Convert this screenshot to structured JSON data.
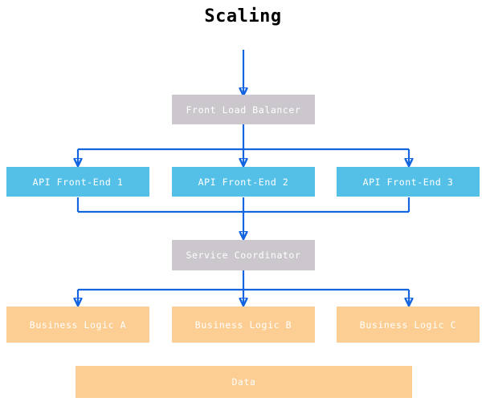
{
  "diagram": {
    "title": "Scaling",
    "type": "architecture-flow",
    "accent_color": "#1565e0",
    "colors": {
      "coordinator": "#cbc7cd",
      "frontend": "#54c0e8",
      "logic": "#fdce93",
      "label_text": "#ffffff",
      "title_text": "#000000",
      "background": "#ffffff"
    },
    "tiers": [
      {
        "name": "entry",
        "nodes": []
      },
      {
        "name": "load-balancer",
        "nodes": [
          {
            "id": "front-load-balancer",
            "label": "Front Load Balancer",
            "style": "gray"
          }
        ]
      },
      {
        "name": "api-front-ends",
        "nodes": [
          {
            "id": "api-front-end-1",
            "label": "API Front-End 1",
            "style": "cyan"
          },
          {
            "id": "api-front-end-2",
            "label": "API Front-End 2",
            "style": "cyan"
          },
          {
            "id": "api-front-end-3",
            "label": "API Front-End 3",
            "style": "cyan"
          }
        ]
      },
      {
        "name": "service-coordinator",
        "nodes": [
          {
            "id": "service-coordinator",
            "label": "Service Coordinator",
            "style": "gray"
          }
        ]
      },
      {
        "name": "business-logic",
        "nodes": [
          {
            "id": "business-logic-a",
            "label": "Business Logic A",
            "style": "amber"
          },
          {
            "id": "business-logic-b",
            "label": "Business Logic B",
            "style": "amber"
          },
          {
            "id": "business-logic-c",
            "label": "Business Logic C",
            "style": "amber"
          }
        ]
      },
      {
        "name": "data",
        "nodes": [
          {
            "id": "data",
            "label": "Data",
            "style": "amber"
          }
        ]
      }
    ],
    "labels": {
      "front_load_balancer": "Front Load Balancer",
      "api_front_end_1": "API Front-End 1",
      "api_front_end_2": "API Front-End 2",
      "api_front_end_3": "API Front-End 3",
      "service_coordinator": "Service Coordinator",
      "business_logic_a": "Business Logic A",
      "business_logic_b": "Business Logic B",
      "business_logic_c": "Business Logic C",
      "data": "Data"
    }
  }
}
